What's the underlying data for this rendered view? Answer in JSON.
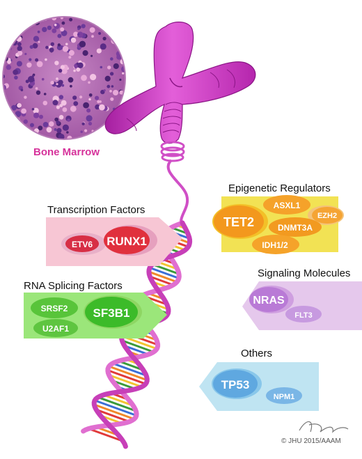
{
  "bone_marrow_label": "Bone Marrow",
  "categories": {
    "transcription": {
      "title": "Transcription Factors",
      "genes": [
        "ETV6",
        "RUNX1"
      ]
    },
    "epigenetic": {
      "title": "Epigenetic Regulators",
      "genes": [
        "TET2",
        "ASXL1",
        "EZH2",
        "DNMT3A",
        "IDH1/2"
      ]
    },
    "splicing": {
      "title": "RNA Splicing Factors",
      "genes": [
        "SRSF2",
        "SF3B1",
        "U2AF1"
      ]
    },
    "signaling": {
      "title": "Signaling Molecules",
      "genes": [
        "NRAS",
        "FLT3"
      ]
    },
    "others": {
      "title": "Others",
      "genes": [
        "TP53",
        "NPM1"
      ]
    }
  },
  "signature": "T.Phelps",
  "copyright": "© JHU 2015/AAAM",
  "colors": {
    "chromosome": "#d633c9",
    "dna_backbone": "#e06fd0",
    "transcription_panel": "#f7c6d4",
    "epigenetic_panel": "#f2e254",
    "splicing_panel": "#9be67a",
    "signaling_panel": "#e5c8ec",
    "others_panel": "#bfe4f2"
  }
}
